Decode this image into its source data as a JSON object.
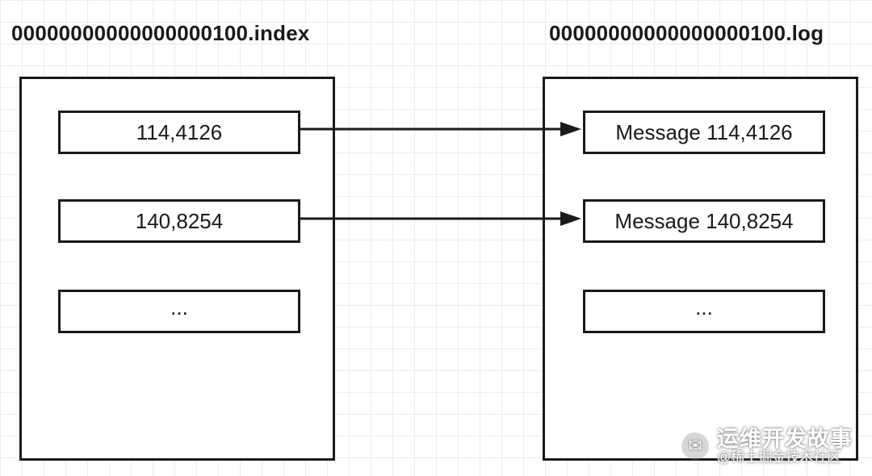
{
  "index_file": {
    "title": "00000000000000000100.index",
    "entries": [
      "114,4126",
      "140,8254",
      "..."
    ]
  },
  "log_file": {
    "title": "00000000000000000100.log",
    "entries": [
      "Message 114,4126",
      "Message 140,8254",
      "..."
    ]
  },
  "watermark": {
    "icon": "wechat-icon",
    "name": "运维开发故事",
    "sub": "@稀土掘金技术社区"
  }
}
